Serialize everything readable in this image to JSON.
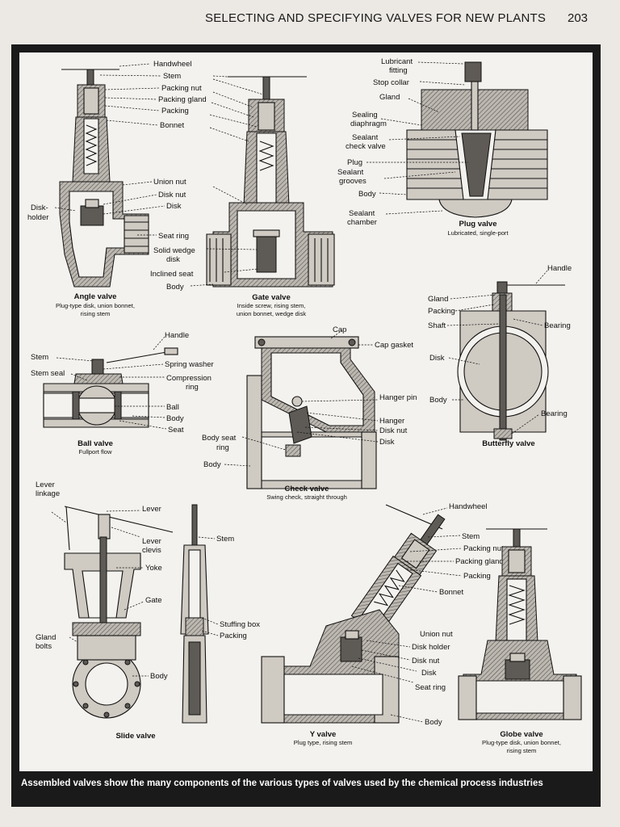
{
  "header": {
    "running_title": "SELECTING AND SPECIFYING VALVES FOR NEW PLANTS",
    "page_number": "203"
  },
  "caption": "Assembled valves show the many components of the various types of valves used by the chemical process industries",
  "valves": {
    "angle": {
      "name": "Angle valve",
      "sub1": "Plug-type disk, union bonnet,",
      "sub2": "rising stem",
      "labels": [
        "Handwheel",
        "Stem",
        "Packing nut",
        "Packing gland",
        "Packing",
        "Bonnet",
        "Union nut",
        "Disk nut",
        "Disk",
        "Disk-",
        "holder",
        "Seat ring"
      ]
    },
    "gate": {
      "name": "Gate valve",
      "sub1": "Inside screw, rising stem,",
      "sub2": "union bonnet, wedge disk",
      "labels": [
        "Solid wedge",
        "disk",
        "Inclined seat",
        "Body"
      ]
    },
    "plug": {
      "name": "Plug valve",
      "sub1": "Lubricated, single-port",
      "labels": [
        "Lubricant",
        "fitting",
        "Stop collar",
        "Gland",
        "Sealing",
        "diaphragm",
        "Sealant",
        "check valve",
        "Plug",
        "Sealant",
        "grooves",
        "Body",
        "Sealant",
        "chamber"
      ]
    },
    "ball": {
      "name": "Ball valve",
      "sub1": "Fullport flow",
      "labels": [
        "Handle",
        "Stem",
        "Stem seal",
        "Spring washer",
        "Compression",
        "ring",
        "Ball",
        "Body",
        "Seat"
      ]
    },
    "check": {
      "name": "Check valve",
      "sub1": "Swing check, straight through",
      "labels": [
        "Cap",
        "Cap gasket",
        "Hanger pin",
        "Hanger",
        "Disk nut",
        "Disk",
        "Body seat",
        "ring",
        "Body"
      ]
    },
    "butterfly": {
      "name": "Butterfly valve",
      "labels": [
        "Handle",
        "Gland",
        "Packing",
        "Shaft",
        "Bearing",
        "Disk",
        "Body",
        "Bearing"
      ]
    },
    "slide": {
      "name": "Slide valve",
      "labels": [
        "Lever",
        "linkage",
        "Lever",
        "Lever",
        "clevis",
        "Yoke",
        "Gate",
        "Gland",
        "bolts",
        "Body",
        "Stem",
        "Stuffing box",
        "Packing"
      ]
    },
    "y": {
      "name": "Y valve",
      "sub1": "Plug type, rising stem",
      "labels": [
        "Handwheel",
        "Stem",
        "Packing nut",
        "Packing gland",
        "Packing",
        "Bonnet",
        "Union nut",
        "Disk holder",
        "Disk nut",
        "Disk",
        "Seat ring",
        "Body"
      ]
    },
    "globe": {
      "name": "Globe valve",
      "sub1": "Plug-type disk, union bonnet,",
      "sub2": "rising stem"
    }
  }
}
